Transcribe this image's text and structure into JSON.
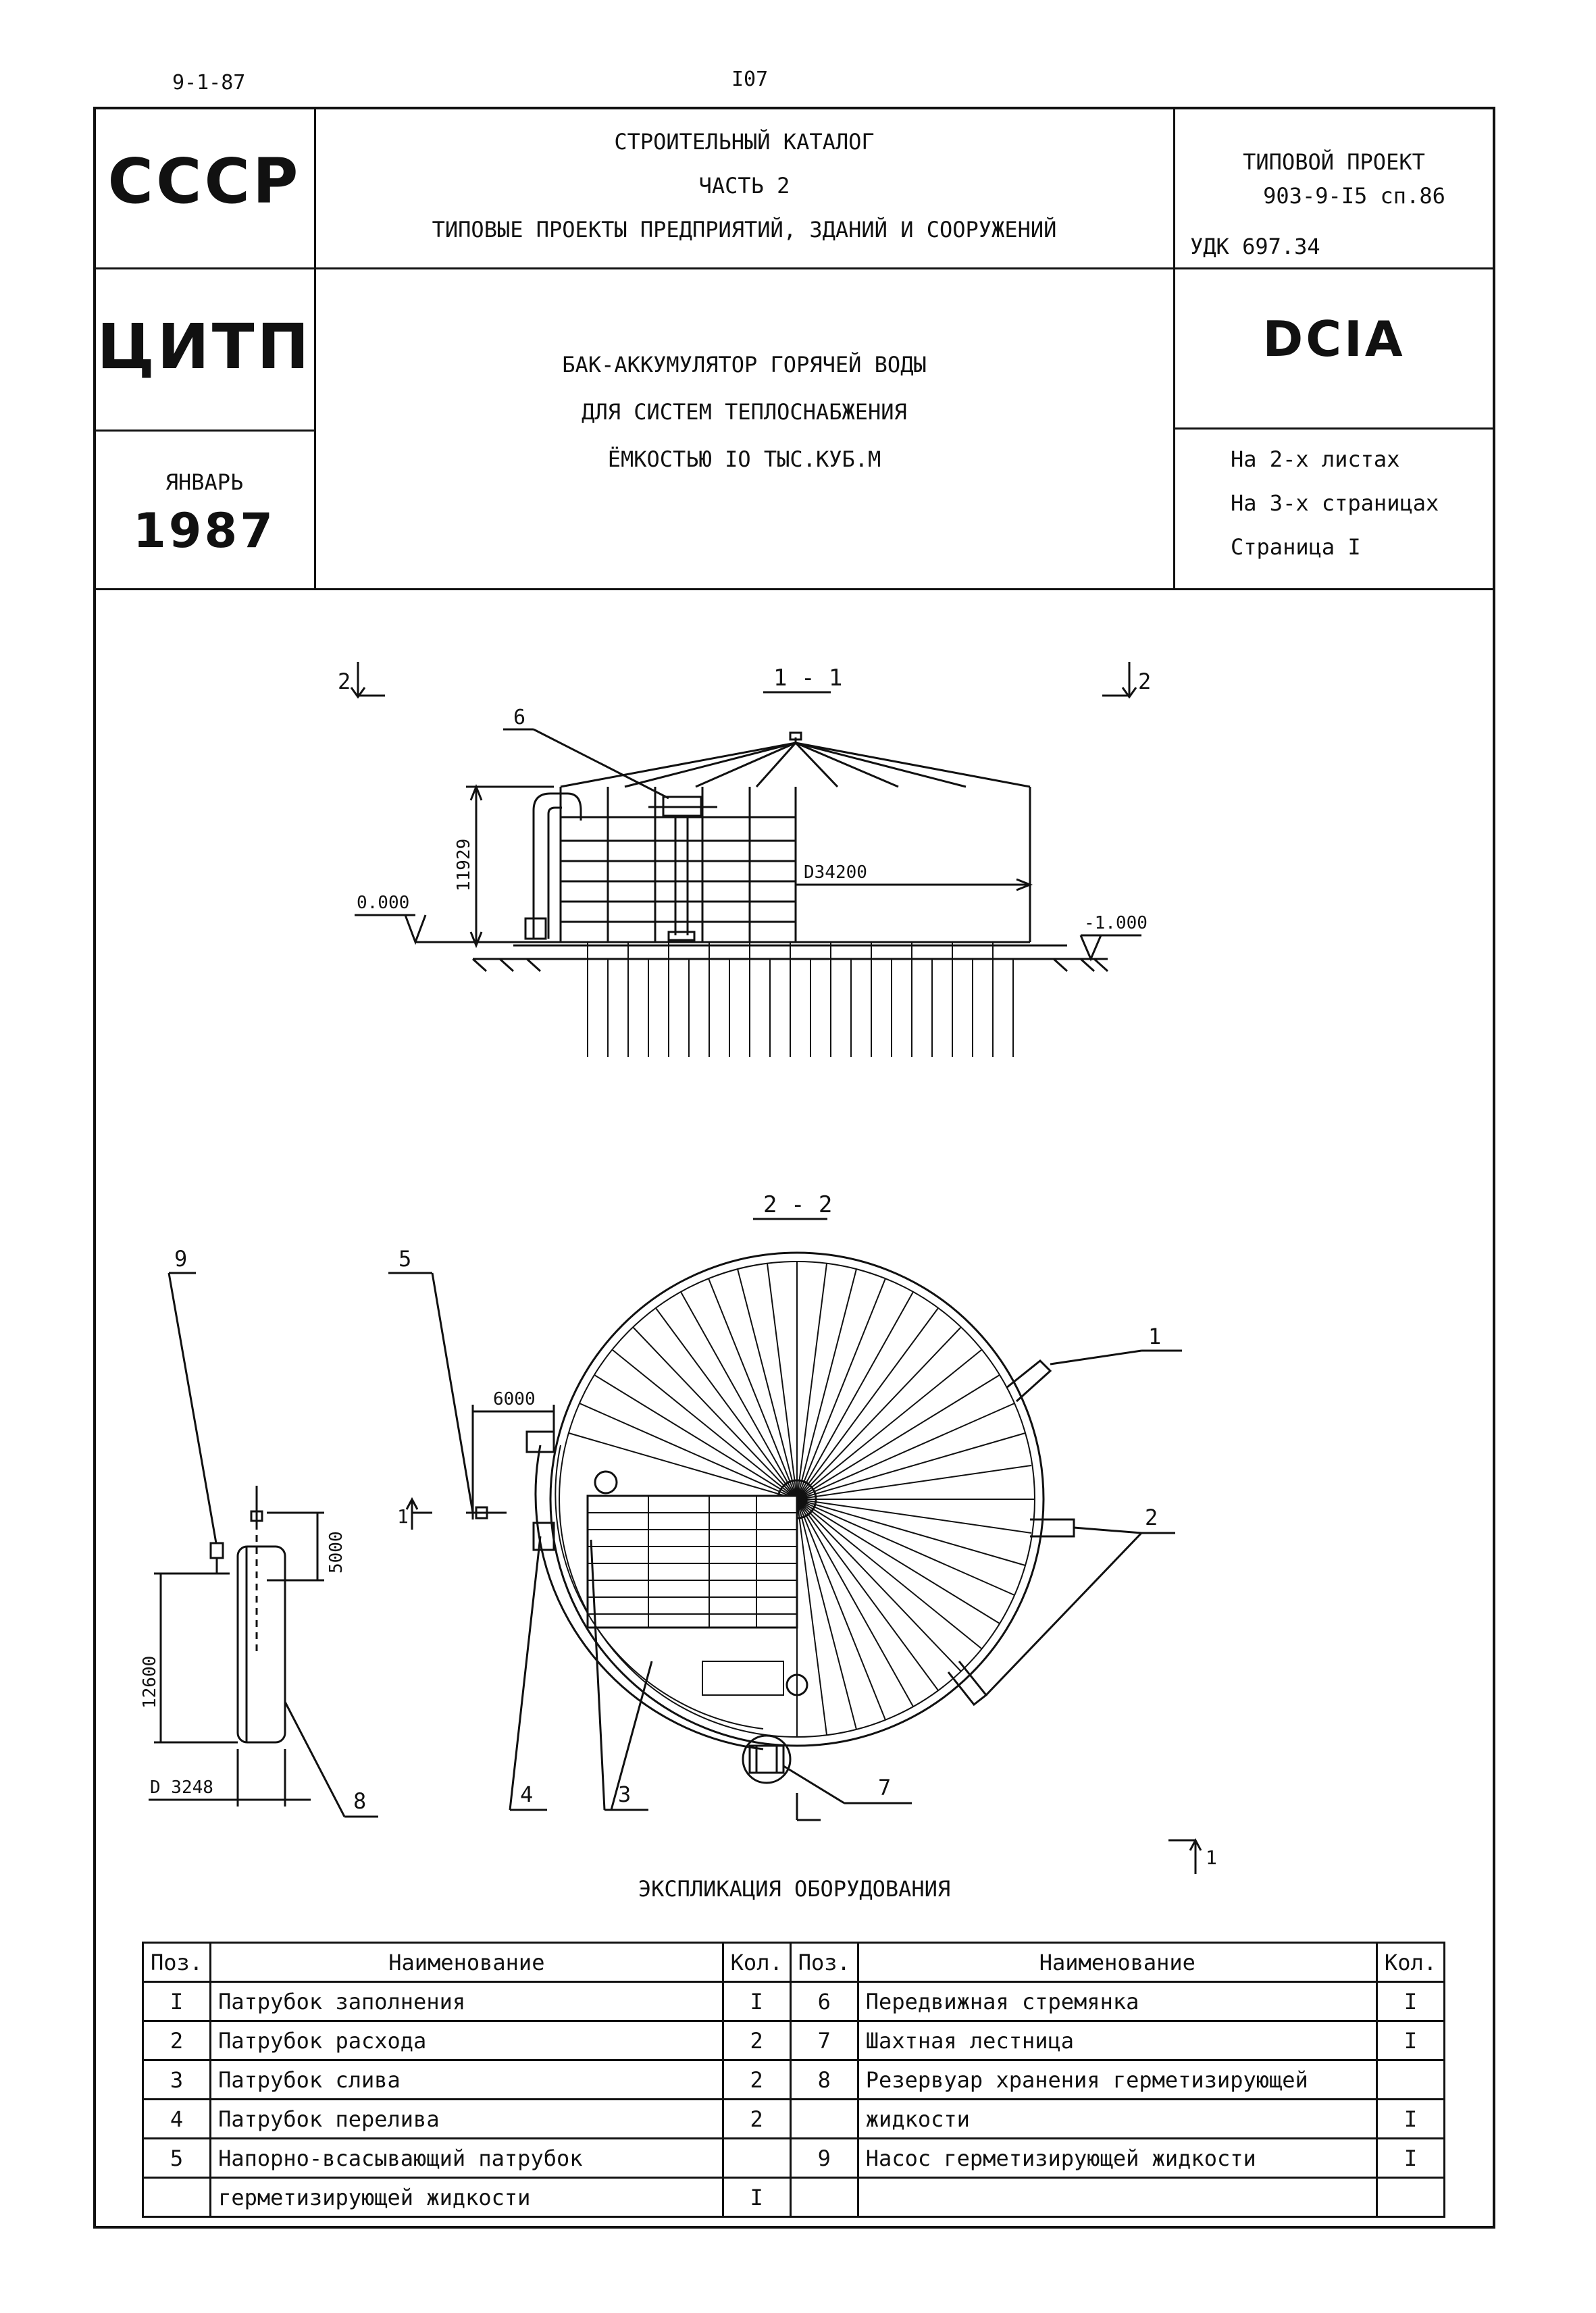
{
  "page": {
    "sheet_code": "9-1-87",
    "page_number": "I07"
  },
  "header": {
    "org_ussr": "СССР",
    "org_citp": "ЦИТП",
    "month": "ЯНВАРЬ",
    "year": "1987",
    "catalog_line1": "СТРОИТЕЛЬНЫЙ КАТАЛОГ",
    "catalog_line2": "ЧАСТЬ 2",
    "catalog_line3": "ТИПОВЫЕ ПРОЕКТЫ ПРЕДПРИЯТИЙ, ЗДАНИЙ И СООРУЖЕНИЙ",
    "project_line1": "ТИПОВОЙ ПРОЕКТ",
    "project_line2": "903-9-I5 сп.86",
    "udk": "УДК 697.34",
    "title_line1": "БАК-АККУМУЛЯТОР ГОРЯЧЕЙ ВОДЫ",
    "title_line2": "ДЛЯ СИСТЕМ ТЕПЛОСНАБЖЕНИЯ",
    "title_line3": "ЁМКОСТЬЮ IO ТЫС.КУБ.М",
    "code": "DCIA",
    "sheets": "На 2-х листах",
    "pages": "На 3-х страницах",
    "current_page": "Страница I"
  },
  "drawing": {
    "section_1_label": "1 - 1",
    "section_2_label": "2 - 2",
    "cut_2": "2",
    "cut_1": "1",
    "height_dim": "11929",
    "diameter_dim": "D34200",
    "level_zero": "0.000",
    "level_minus": "-1.000",
    "dim_6000": "6000",
    "dim_5000": "5000",
    "dim_12600": "12600",
    "dim_d3248": "D 3248",
    "leaders": [
      "1",
      "2",
      "3",
      "4",
      "5",
      "6",
      "7",
      "8",
      "9"
    ]
  },
  "equipment": {
    "title": "ЭКСПЛИКАЦИЯ ОБОРУДОВАНИЯ",
    "headers": {
      "pos": "Поз.",
      "name": "Наименование",
      "qty": "Кол."
    },
    "rows": [
      {
        "pos_l": "I",
        "name_l": "Патрубок заполнения",
        "qty_l": "I",
        "pos_r": "6",
        "name_r": "Передвижная стремянка",
        "qty_r": "I"
      },
      {
        "pos_l": "2",
        "name_l": "Патрубок расхода",
        "qty_l": "2",
        "pos_r": "7",
        "name_r": "Шахтная лестница",
        "qty_r": "I"
      },
      {
        "pos_l": "3",
        "name_l": "Патрубок слива",
        "qty_l": "2",
        "pos_r": "8",
        "name_r": "Резервуар хранения герметизирующей",
        "qty_r": ""
      },
      {
        "pos_l": "4",
        "name_l": "Патрубок перелива",
        "qty_l": "2",
        "pos_r": "",
        "name_r": "жидкости",
        "qty_r": "I"
      },
      {
        "pos_l": "5",
        "name_l": "Напорно-всасывающий патрубок",
        "qty_l": "",
        "pos_r": "9",
        "name_r": "Насос герметизирующей жидкости",
        "qty_r": "I"
      },
      {
        "pos_l": "",
        "name_l": "герметизирующей жидкости",
        "qty_l": "I",
        "pos_r": "",
        "name_r": "",
        "qty_r": ""
      }
    ]
  }
}
